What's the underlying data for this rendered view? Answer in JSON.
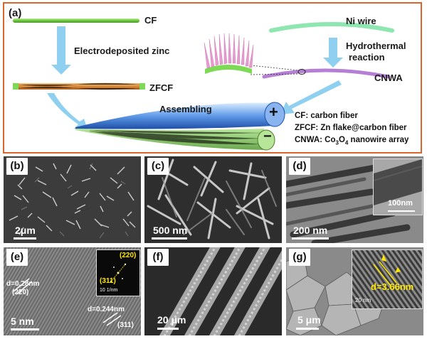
{
  "figure": {
    "panel_a": {
      "label": "(a)",
      "cf_label": "CF",
      "step_electro": "Electrodeposited zinc",
      "zfcf_label": "ZFCF",
      "ni_label": "Ni wire",
      "step_hydro_1": "Hydrothermal",
      "step_hydro_2": "reaction",
      "cnwa_label": "CNWA",
      "assembling": "Assembling",
      "plus": "+",
      "minus": "−",
      "legend": {
        "cf": "CF: carbon fiber",
        "zfcf": "ZFCF: Zn flake@carbon fiber",
        "cnwa_prefix": "CNWA: Co",
        "cnwa_sub1": "3",
        "cnwa_mid": "O",
        "cnwa_sub2": "4",
        "cnwa_suffix": " nanowire array"
      }
    },
    "panel_b": {
      "label": "(b)",
      "scale": "2μm"
    },
    "panel_c": {
      "label": "(c)",
      "scale": "500 nm"
    },
    "panel_d": {
      "label": "(d)",
      "scale": "200 nm",
      "inset_scale": "100nm"
    },
    "panel_e": {
      "label": "(e)",
      "scale": "5 nm",
      "d1": "d=0.28nm",
      "hkl1": "(220)",
      "d2": "d=0.244nm",
      "hkl2": "(311)",
      "saed_220": "(220)",
      "saed_311": "(311)",
      "saed_scale": "10 1/nm"
    },
    "panel_f": {
      "label": "(f)",
      "scale": "20 μm"
    },
    "panel_g": {
      "label": "(g)",
      "scale": "5 μm",
      "inset_d": "d=3.66nm",
      "inset_scale": "20 nm"
    },
    "colors": {
      "frame": "#d9662a",
      "cf_green": "#7ed957",
      "zf_orange": "#d98b3a",
      "arrow_blue": "#8fd0f0",
      "ni_green": "#8ee6b0",
      "cnwa_purple": "#b57fd6",
      "nanowire_pink": "#e89bd0",
      "electrode_blue": "#3b78d8",
      "saed_yellow": "#ffe600"
    }
  }
}
